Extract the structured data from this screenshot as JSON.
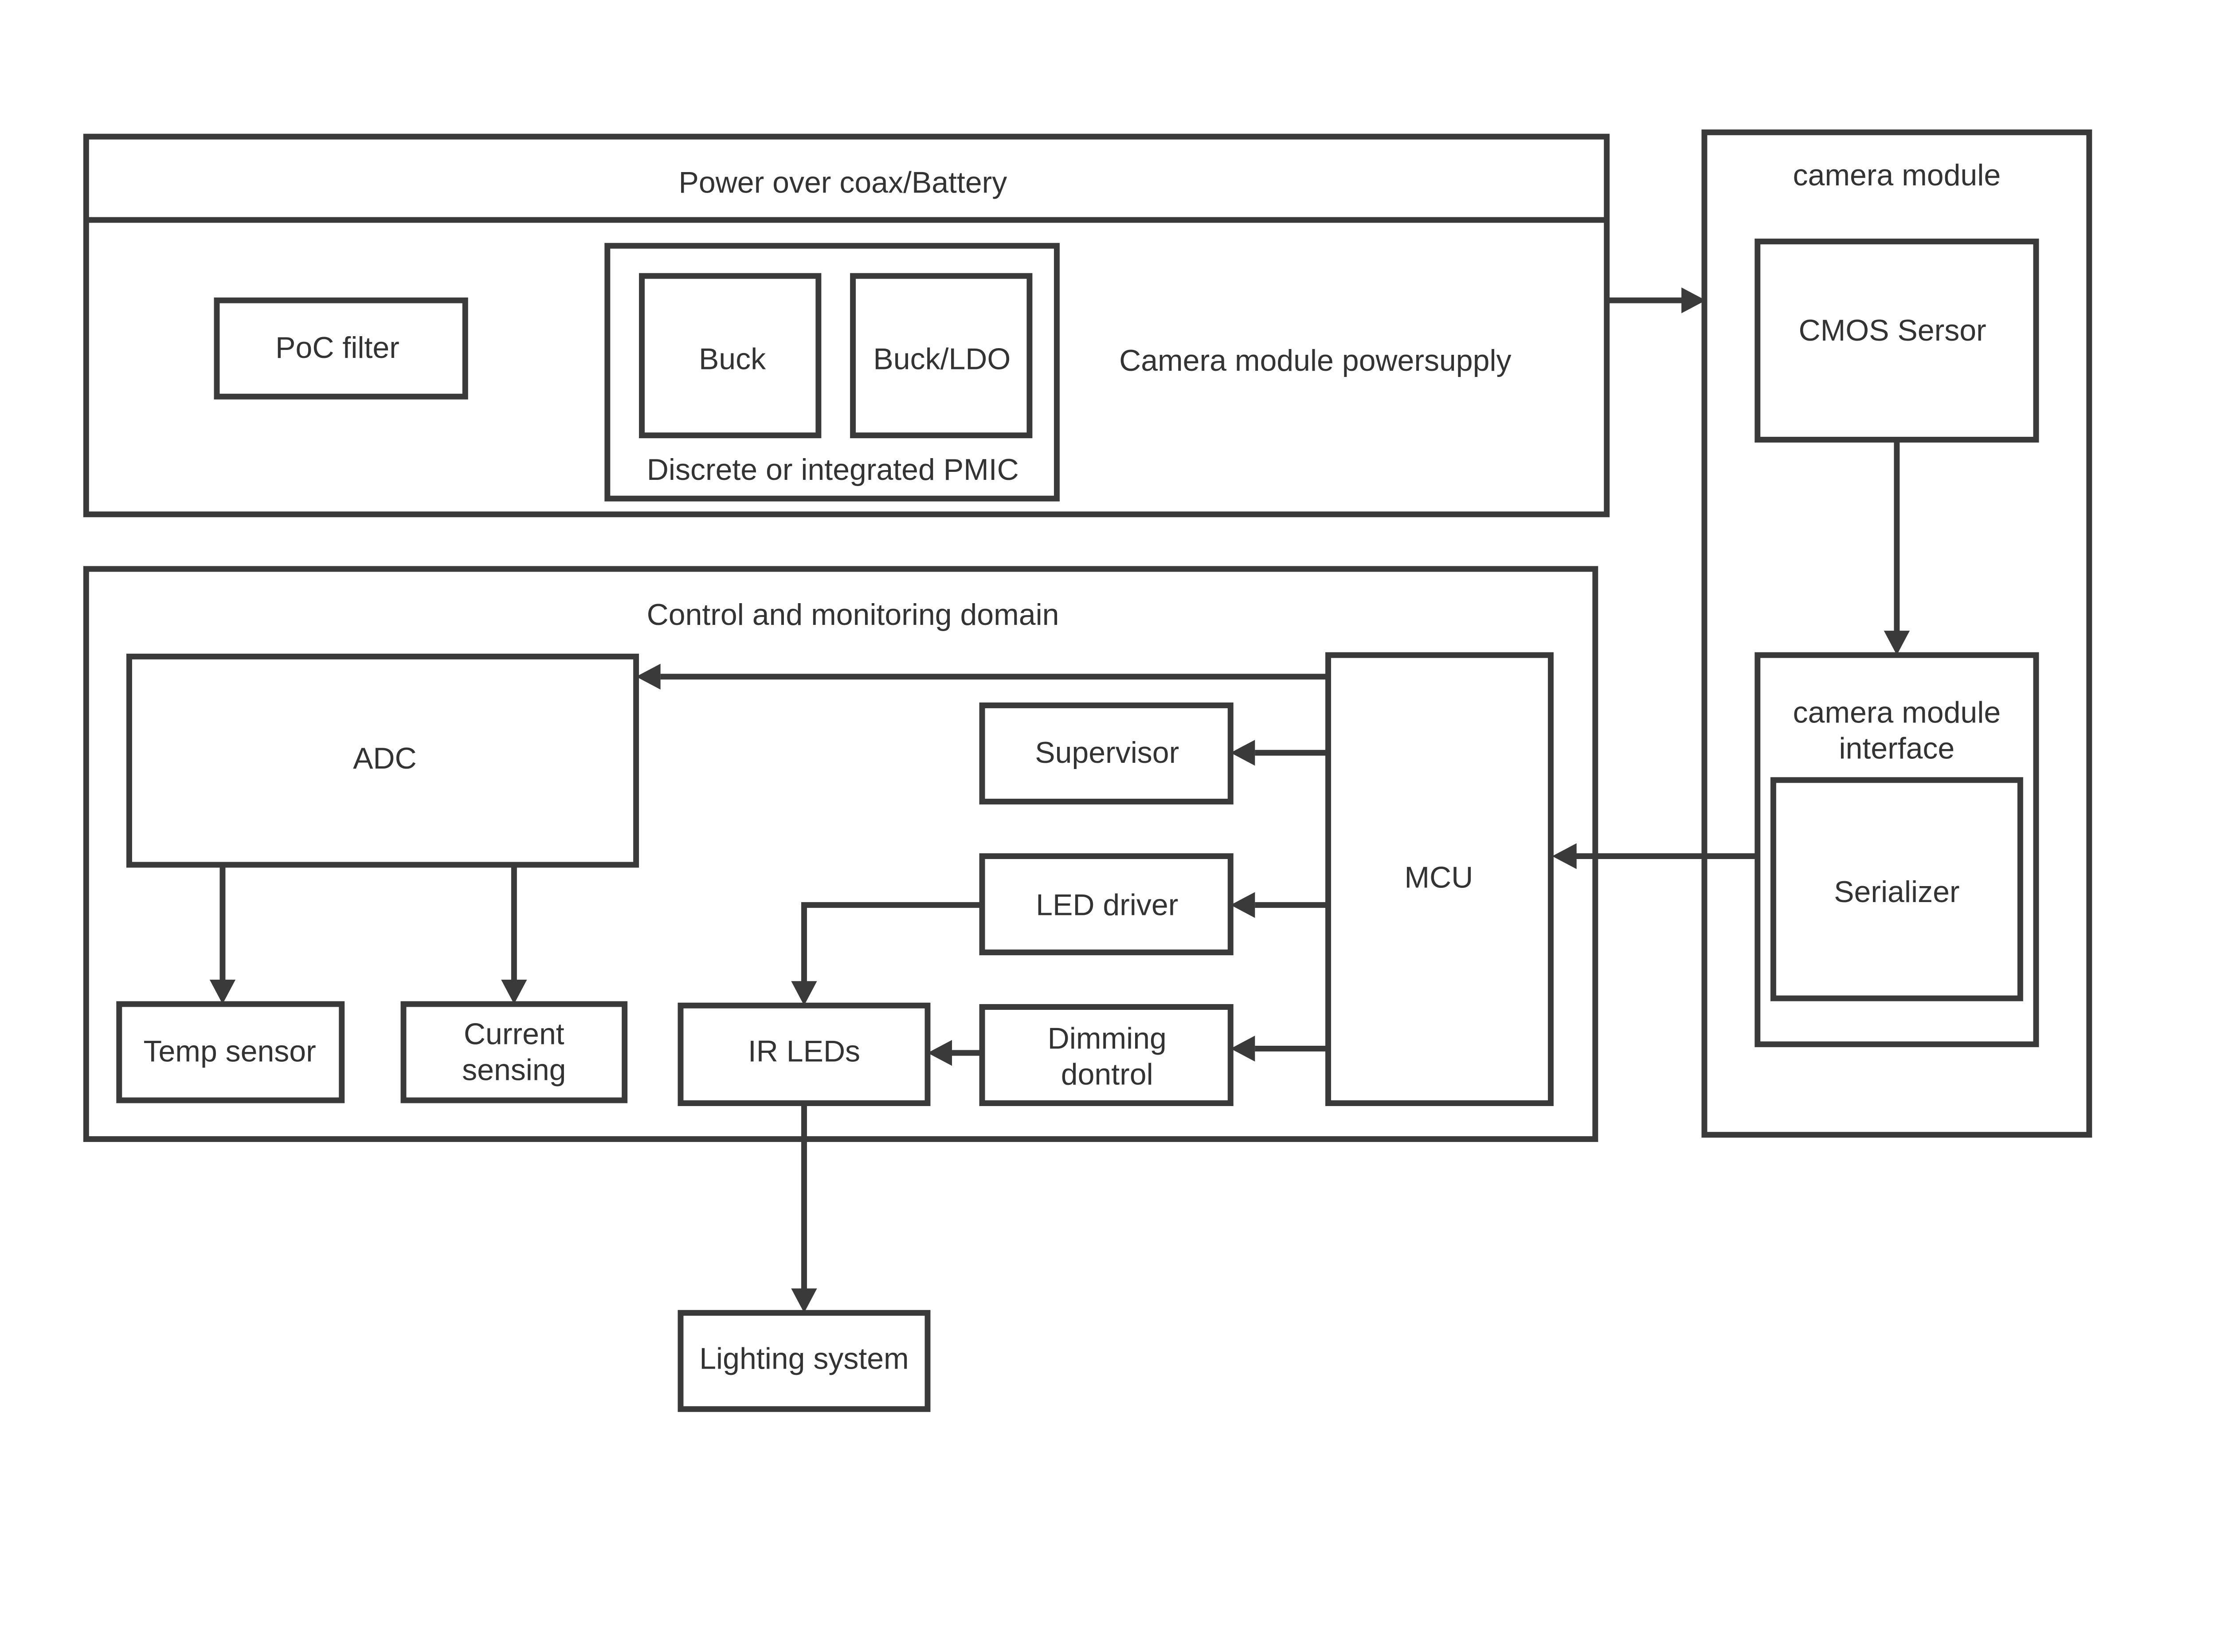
{
  "diagram": {
    "power_panel": {
      "title": "Power over coax/Battery",
      "poc_filter": "PoC filter",
      "buck": "Buck",
      "buck_ldo": "Buck/LDO",
      "pmic": "Discrete or integrated PMIC",
      "powersupply": "Camera module powersupply"
    },
    "control_panel": {
      "title": "Control and monitoring domain",
      "adc": "ADC",
      "supervisor": "Supervisor",
      "led_driver": "LED driver",
      "mcu": "MCU",
      "temp_sensor": "Temp sensor",
      "current_sensing": [
        "Current",
        "sensing"
      ],
      "ir_leds": "IR LEDs",
      "dimming_control": [
        "Dimming",
        "dontrol"
      ]
    },
    "camera_panel": {
      "title": "camera module",
      "cmos": "CMOS Sersor",
      "interface": [
        "camera module",
        "interface"
      ],
      "serializer": "Serializer"
    },
    "lighting_system": "Lighting system"
  },
  "colors": {
    "stroke": "#3a3a3a",
    "text": "#333333",
    "background": "#ffffff"
  }
}
